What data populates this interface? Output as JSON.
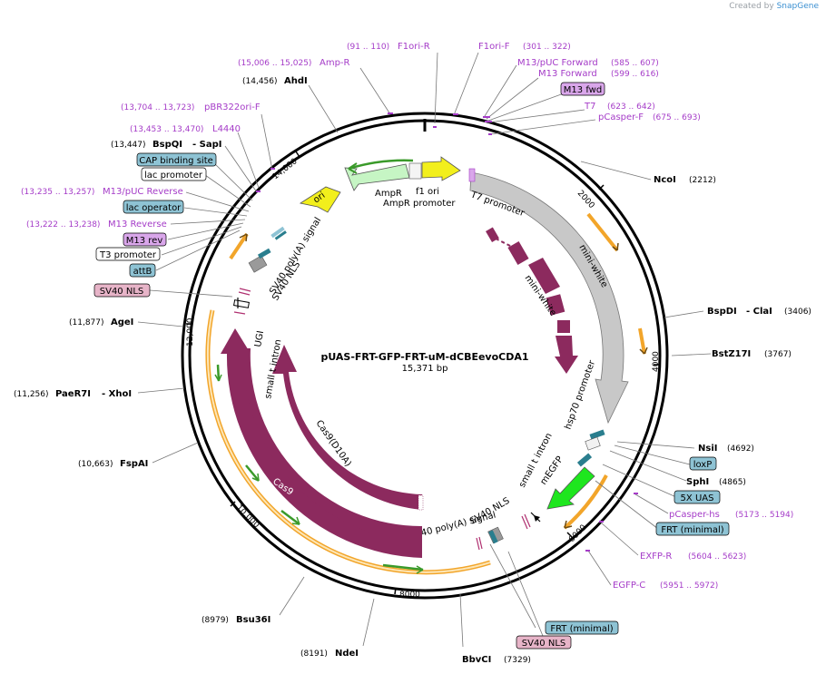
{
  "credit": {
    "prefix": "Created by",
    "brand": "SnapGene"
  },
  "plasmid": {
    "name": "pUAS-FRT-GFP-FRT-uM-dCBEevoCDA1",
    "length": "15,371 bp"
  },
  "ticks": [
    "2000",
    "4000",
    "6000",
    "8000",
    "10,000",
    "12,000",
    "14,000"
  ],
  "sites": [
    {
      "name": "AhdI",
      "pos": "(14,456)"
    },
    {
      "name": "BspQI",
      "name2": "- SapI",
      "pos": "(13,447)"
    },
    {
      "name": "AgeI",
      "pos": "(11,877)"
    },
    {
      "name": "PaeR7I",
      "name2": "- XhoI",
      "pos": "(11,256)"
    },
    {
      "name": "FspAI",
      "pos": "(10,663)"
    },
    {
      "name": "Bsu36I",
      "pos": "(8979)"
    },
    {
      "name": "NdeI",
      "pos": "(8191)"
    },
    {
      "name": "BbvCI",
      "pos": "(7329)"
    },
    {
      "name": "NcoI",
      "pos": "(2212)"
    },
    {
      "name": "BspDI",
      "name2": "- ClaI",
      "pos": "(3406)"
    },
    {
      "name": "BstZ17I",
      "pos": "(3767)"
    },
    {
      "name": "NsiI",
      "pos": "(4692)"
    },
    {
      "name": "SphI",
      "pos": "(4865)"
    }
  ],
  "primers": [
    {
      "name": "Amp-R",
      "pos": "(15,006 .. 15,025)"
    },
    {
      "name": "F1ori-R",
      "pos": "(91 .. 110)"
    },
    {
      "name": "F1ori-F",
      "pos": "(301 .. 322)"
    },
    {
      "name": "M13/pUC Forward",
      "pos": "(585 .. 607)"
    },
    {
      "name": "M13 Forward",
      "pos": "(599 .. 616)"
    },
    {
      "name": "T7",
      "pos": "(623 .. 642)"
    },
    {
      "name": "pCasper-F",
      "pos": "(675 .. 693)"
    },
    {
      "name": "pBR322ori-F",
      "pos": "(13,704 .. 13,723)"
    },
    {
      "name": "L4440",
      "pos": "(13,453 .. 13,470)"
    },
    {
      "name": "M13/pUC Reverse",
      "pos": "(13,235 .. 13,257)"
    },
    {
      "name": "M13 Reverse",
      "pos": "(13,222 .. 13,238)"
    },
    {
      "name": "pCasper-hs",
      "pos": "(5173 .. 5194)"
    },
    {
      "name": "EXFP-R",
      "pos": "(5604 .. 5623)"
    },
    {
      "name": "EGFP-C",
      "pos": "(5951 .. 5972)"
    }
  ],
  "boxes": {
    "m13fwd": "M13 fwd",
    "cap": "CAP binding site",
    "lacprom": "lac promoter",
    "lacop": "lac operator",
    "m13rev": "M13 rev",
    "t3": "T3 promoter",
    "attb": "attB",
    "sv40nls_left": "SV40 NLS",
    "loxp": "loxP",
    "uas5x": "5X UAS",
    "frt_right": "FRT (minimal)",
    "frt_bottom": "FRT (minimal)",
    "sv40nls_bottom": "SV40 NLS"
  },
  "features": {
    "ampr": "AmpR",
    "ampr_prom": "AmpR promoter",
    "f1ori": "f1 ori",
    "ori": "ori",
    "t7prom": "T7 promoter",
    "miniwhite_outer": "mini-white",
    "miniwhite_inner": "mini-white",
    "sv40pa_top": "SV40 poly(A) signal",
    "sv40nls_top": "SV40 NLS",
    "ugi": "UGI",
    "small_t_left": "small t intron",
    "cas9_d10a": "Cas9(D10A)",
    "cas9": "Cas9",
    "sv40pa_bottom": "SV40 poly(A) signal",
    "sv40nls_mid": "SV40 NLS",
    "small_t_right": "small t intron",
    "megfp": "mEGFP",
    "hsp70": "hsp70 promoter"
  },
  "colors": {
    "ampr": "#c6f5c4",
    "f1ori": "#f2ef1c",
    "ori": "#f2ef1c",
    "miniwhite": "#8c2a5e",
    "cas9": "#8c2a5e",
    "promoter": "#c8c8c8",
    "megfp": "#1ee61e",
    "orf": "#f2a52a",
    "nls_box": "#e7b4c8",
    "blue_box": "#8ec3d4",
    "primer_box": "#d9a6ea",
    "primer_text": "#a53cc8"
  }
}
